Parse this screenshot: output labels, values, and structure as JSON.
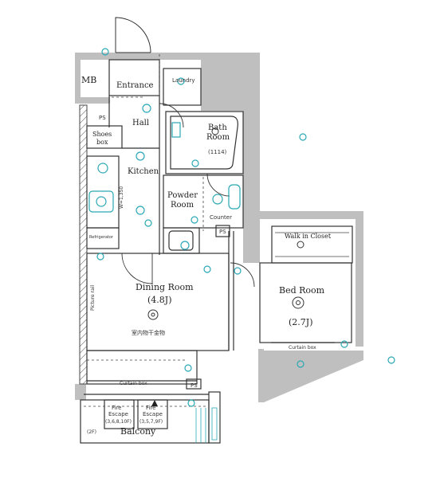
{
  "labels": {
    "mb": "MB",
    "entrance": "Entrance",
    "laundry": "Laundry",
    "hall": "Hall",
    "ps_top": "PS",
    "shoes_box_1": "Shoes",
    "shoes_box_2": "box",
    "bath_room_1": "Bath",
    "bath_room_2": "Room",
    "bath_size": "(1114)",
    "kitchen": "Kitchen",
    "kitchen_dim": "W=1,350",
    "powder_room_1": "Powder",
    "powder_room_2": "Room",
    "counter": "Counter",
    "refrigerator": "Refrigerator",
    "ps_mid": "PS",
    "walk_in_closet": "Walk in Closet",
    "dining_room": "Dining Room",
    "dining_size": "(4.8J)",
    "picture_rail": "Picture rail",
    "indoor_fixture": "室内物干金物",
    "bed_room": "Bed Room",
    "bed_size": "(2.7J)",
    "curtain_box_bed": "Curtain box",
    "curtain_box_dining": "Curtain box",
    "ps_bottom": "PS",
    "fire_escape_1a": "Fire",
    "fire_escape_1b": "Escape",
    "fire_escape_1c": "(3,6,8,10F)",
    "fire_escape_2a": "Fire",
    "fire_escape_2b": "Escape",
    "fire_escape_2c": "(3,5,7,9F)",
    "balcony": "Balcony",
    "side_note": "(2F)"
  },
  "colors": {
    "wall": "#bfbfbf",
    "fixture": "#2aa8b5",
    "line": "#333333"
  }
}
